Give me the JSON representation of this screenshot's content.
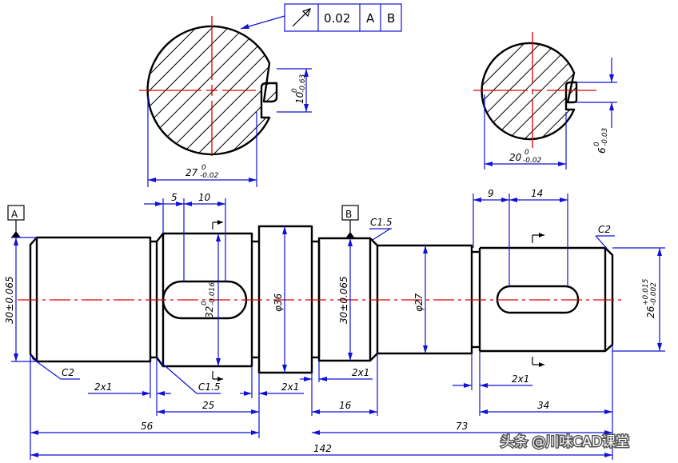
{
  "feature_control_frame": {
    "tolerance": "0.02",
    "datum_1": "A",
    "datum_2": "B"
  },
  "datums": {
    "a": "A",
    "b": "B"
  },
  "section_left": {
    "width_nom": "27",
    "width_upper": "0",
    "width_lower": "-0.02",
    "slot_nom": "10",
    "slot_upper": "0",
    "slot_lower": "-0.63"
  },
  "section_right": {
    "width_nom": "20",
    "width_upper": "0",
    "width_lower": "-0.02",
    "slot_nom": "6",
    "slot_upper": "0",
    "slot_lower": "-0.03"
  },
  "diameters": {
    "left_journal": "30±0.065",
    "keyed_nom": "32",
    "keyed_upper": "0",
    "keyed_lower": "-0.016",
    "collar": "φ36",
    "mid_journal": "30±0.065",
    "neck": "φ27",
    "right_nom": "26",
    "right_upper": "+0.015",
    "right_lower": "-0.002"
  },
  "chamfers": {
    "left_end": "C2",
    "collar": "C1.5",
    "mid": "C1.5",
    "right_end": "C2"
  },
  "grooves": {
    "g1": "2x1",
    "g2": "2x1",
    "g3": "2x1",
    "g4": "2x1"
  },
  "lengths": {
    "key1_offset": "5",
    "key1_len": "10",
    "key2_offset": "9",
    "key2_len": "14",
    "l25": "25",
    "l16": "16",
    "l34": "34",
    "l56": "56",
    "l73": "73",
    "l142": "142"
  },
  "watermark": "头条 @川味CAD课堂"
}
